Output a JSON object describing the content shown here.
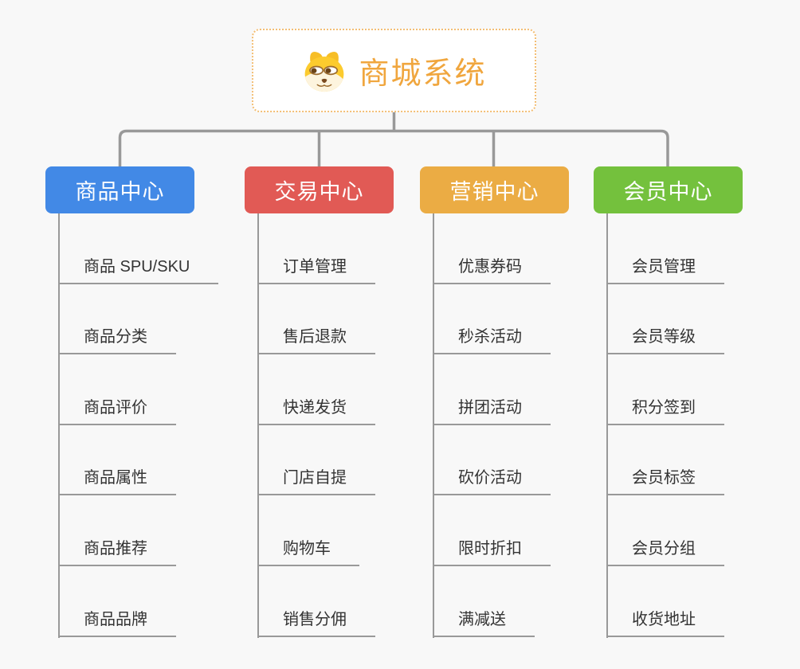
{
  "root": {
    "title": "商城系统",
    "icon": "doge-icon"
  },
  "branches": [
    {
      "label": "商品中心",
      "color": "#4289E6",
      "items": [
        "商品 SPU/SKU",
        "商品分类",
        "商品评价",
        "商品属性",
        "商品推荐",
        "商品品牌"
      ]
    },
    {
      "label": "交易中心",
      "color": "#E15A55",
      "items": [
        "订单管理",
        "售后退款",
        "快递发货",
        "门店自提",
        "购物车",
        "销售分佣"
      ]
    },
    {
      "label": "营销中心",
      "color": "#EBAC44",
      "items": [
        "优惠券码",
        "秒杀活动",
        "拼团活动",
        "砍价活动",
        "限时折扣",
        "满减送"
      ]
    },
    {
      "label": "会员中心",
      "color": "#74C13D",
      "items": [
        "会员管理",
        "会员等级",
        "积分签到",
        "会员标签",
        "会员分组",
        "收货地址"
      ]
    }
  ],
  "colors": {
    "background": "#F8F8F8",
    "connector": "#999999",
    "item_text": "#333333",
    "root_text": "#F0A63E",
    "root_border": "#F3BE74",
    "icon_yellow": "#FCCB2E"
  }
}
